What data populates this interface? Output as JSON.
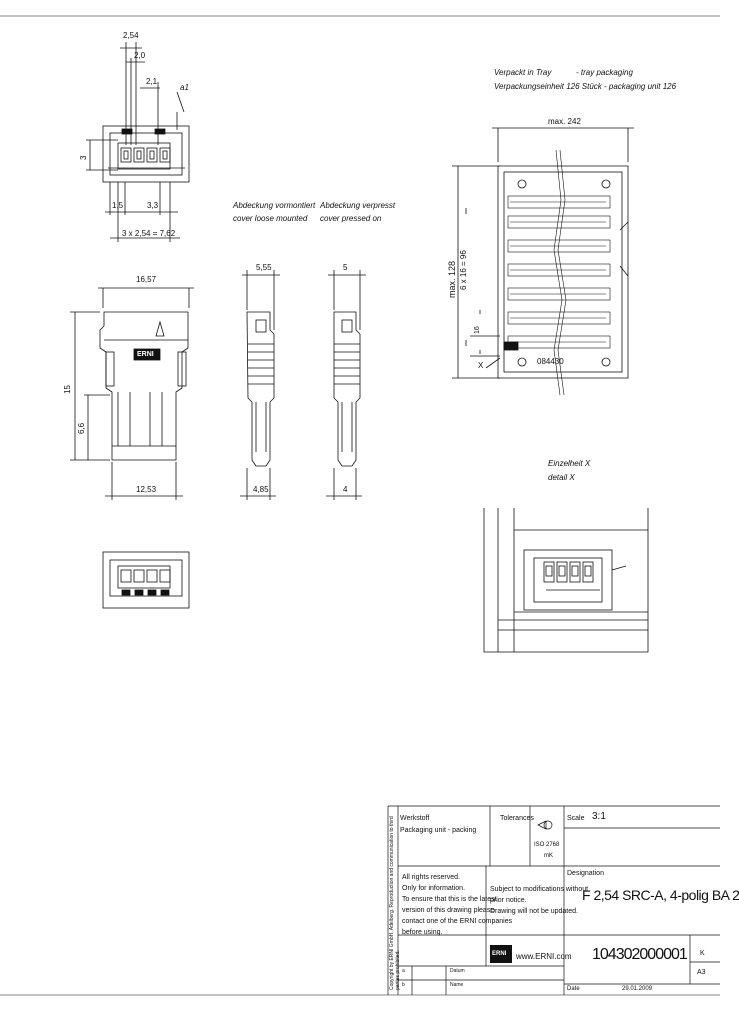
{
  "dims": {
    "top_254": "2,54",
    "top_20": "2,0",
    "top_21": "2,1",
    "top_a1": "a1",
    "top_3": "3",
    "top_15": "1,5",
    "top_33": "3,3",
    "top_pitch": "3 x 2,54 = 7,62",
    "front_1657": "16,57",
    "front_15": "15",
    "front_66": "6,6",
    "front_1253": "12,53",
    "side1_555": "5,55",
    "side1_485": "4,85",
    "side2_5": "5",
    "side2_4": "4",
    "tray_max": "max. 242",
    "tray_side_max": "max. 128",
    "tray_side_n": "6 x 16 = 96",
    "tray_16": "16",
    "tray_x": "X",
    "tray_part": "084430"
  },
  "labels": {
    "cover_loose_de": "Abdeckung vormontiert",
    "cover_loose_en": "cover loose mounted",
    "cover_pressed_de": "Abdeckung verpresst",
    "cover_pressed_en": "cover pressed on",
    "tray_de": "Verpackt in Tray",
    "tray_en": "- tray packaging",
    "tray_qty": "Verpackungseinheit 126 Stück - packaging unit 126",
    "detail_de": "Einzelheit X",
    "detail_en": "detail X",
    "logo": "ERNI"
  },
  "title_block": {
    "side_text": "Copyright by ERNI GmbH, Adelberg. Reproduction and communication to third parties prohibited.",
    "material_label": "Werkstoff",
    "packaging_label": "Packaging unit - packing",
    "tolerances_label": "Tolerances",
    "iso_label": "ISO 2768",
    "iso_sub": "mK",
    "scale_label": "Scale",
    "scale_value": "3:1",
    "designation_label": "Designation",
    "designation_value": "F 2,54 SRC-A, 4-polig BA 2",
    "rights": [
      "All rights reserved.",
      "Only for information.",
      "To ensure that this is the latest",
      "version of this drawing please",
      "contact one of the ERNI companies",
      "before using."
    ],
    "notice": [
      "Subject to modifications without",
      "prior notice.",
      "Drawing will not be updated."
    ],
    "logo": "ERNI",
    "web": "www.ERNI.com",
    "part_number": "104302000001",
    "rev_label": "K",
    "sheet": "A3",
    "rev_a": "a",
    "rev_b": "b",
    "date_label": "Datum",
    "name_label": "Name",
    "date_bottom_label": "Date",
    "date_bottom_value": "29.01.2009"
  }
}
